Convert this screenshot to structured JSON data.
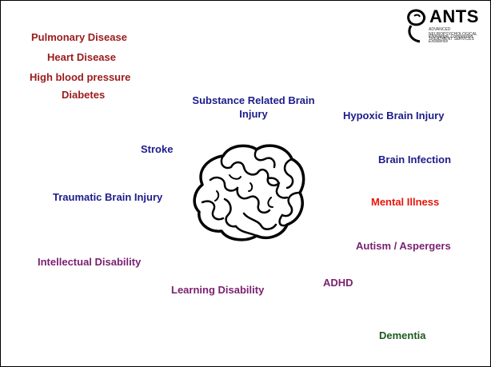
{
  "logo": {
    "name": "ANTS",
    "subtitle": "ADVANCED NEUROPSYCHOLOGICAL TREATMENT SERVICES",
    "tagline": "Knowledge, Compassion, Excellence"
  },
  "conditions": {
    "pulmonary": "Pulmonary Disease",
    "heart": "Heart Disease",
    "hbp": "High blood pressure",
    "diabetes": "Diabetes",
    "substance": "Substance Related Brain Injury",
    "hypoxic": "Hypoxic Brain Injury",
    "stroke": "Stroke",
    "infection": "Brain Infection",
    "tbi": "Traumatic Brain Injury",
    "mental": "Mental Illness",
    "autism": "Autism / Aspergers",
    "intellectual": "Intellectual Disability",
    "adhd": "ADHD",
    "learning": "Learning Disability",
    "dementia": "Dementia"
  },
  "colors": {
    "medical": "#9b1b1b",
    "injury": "#1c1c8a",
    "mental": "#e8160c",
    "developmental": "#7a1f6f",
    "dementia": "#1d5a1f"
  },
  "images": {
    "brain": "brain-illustration"
  }
}
